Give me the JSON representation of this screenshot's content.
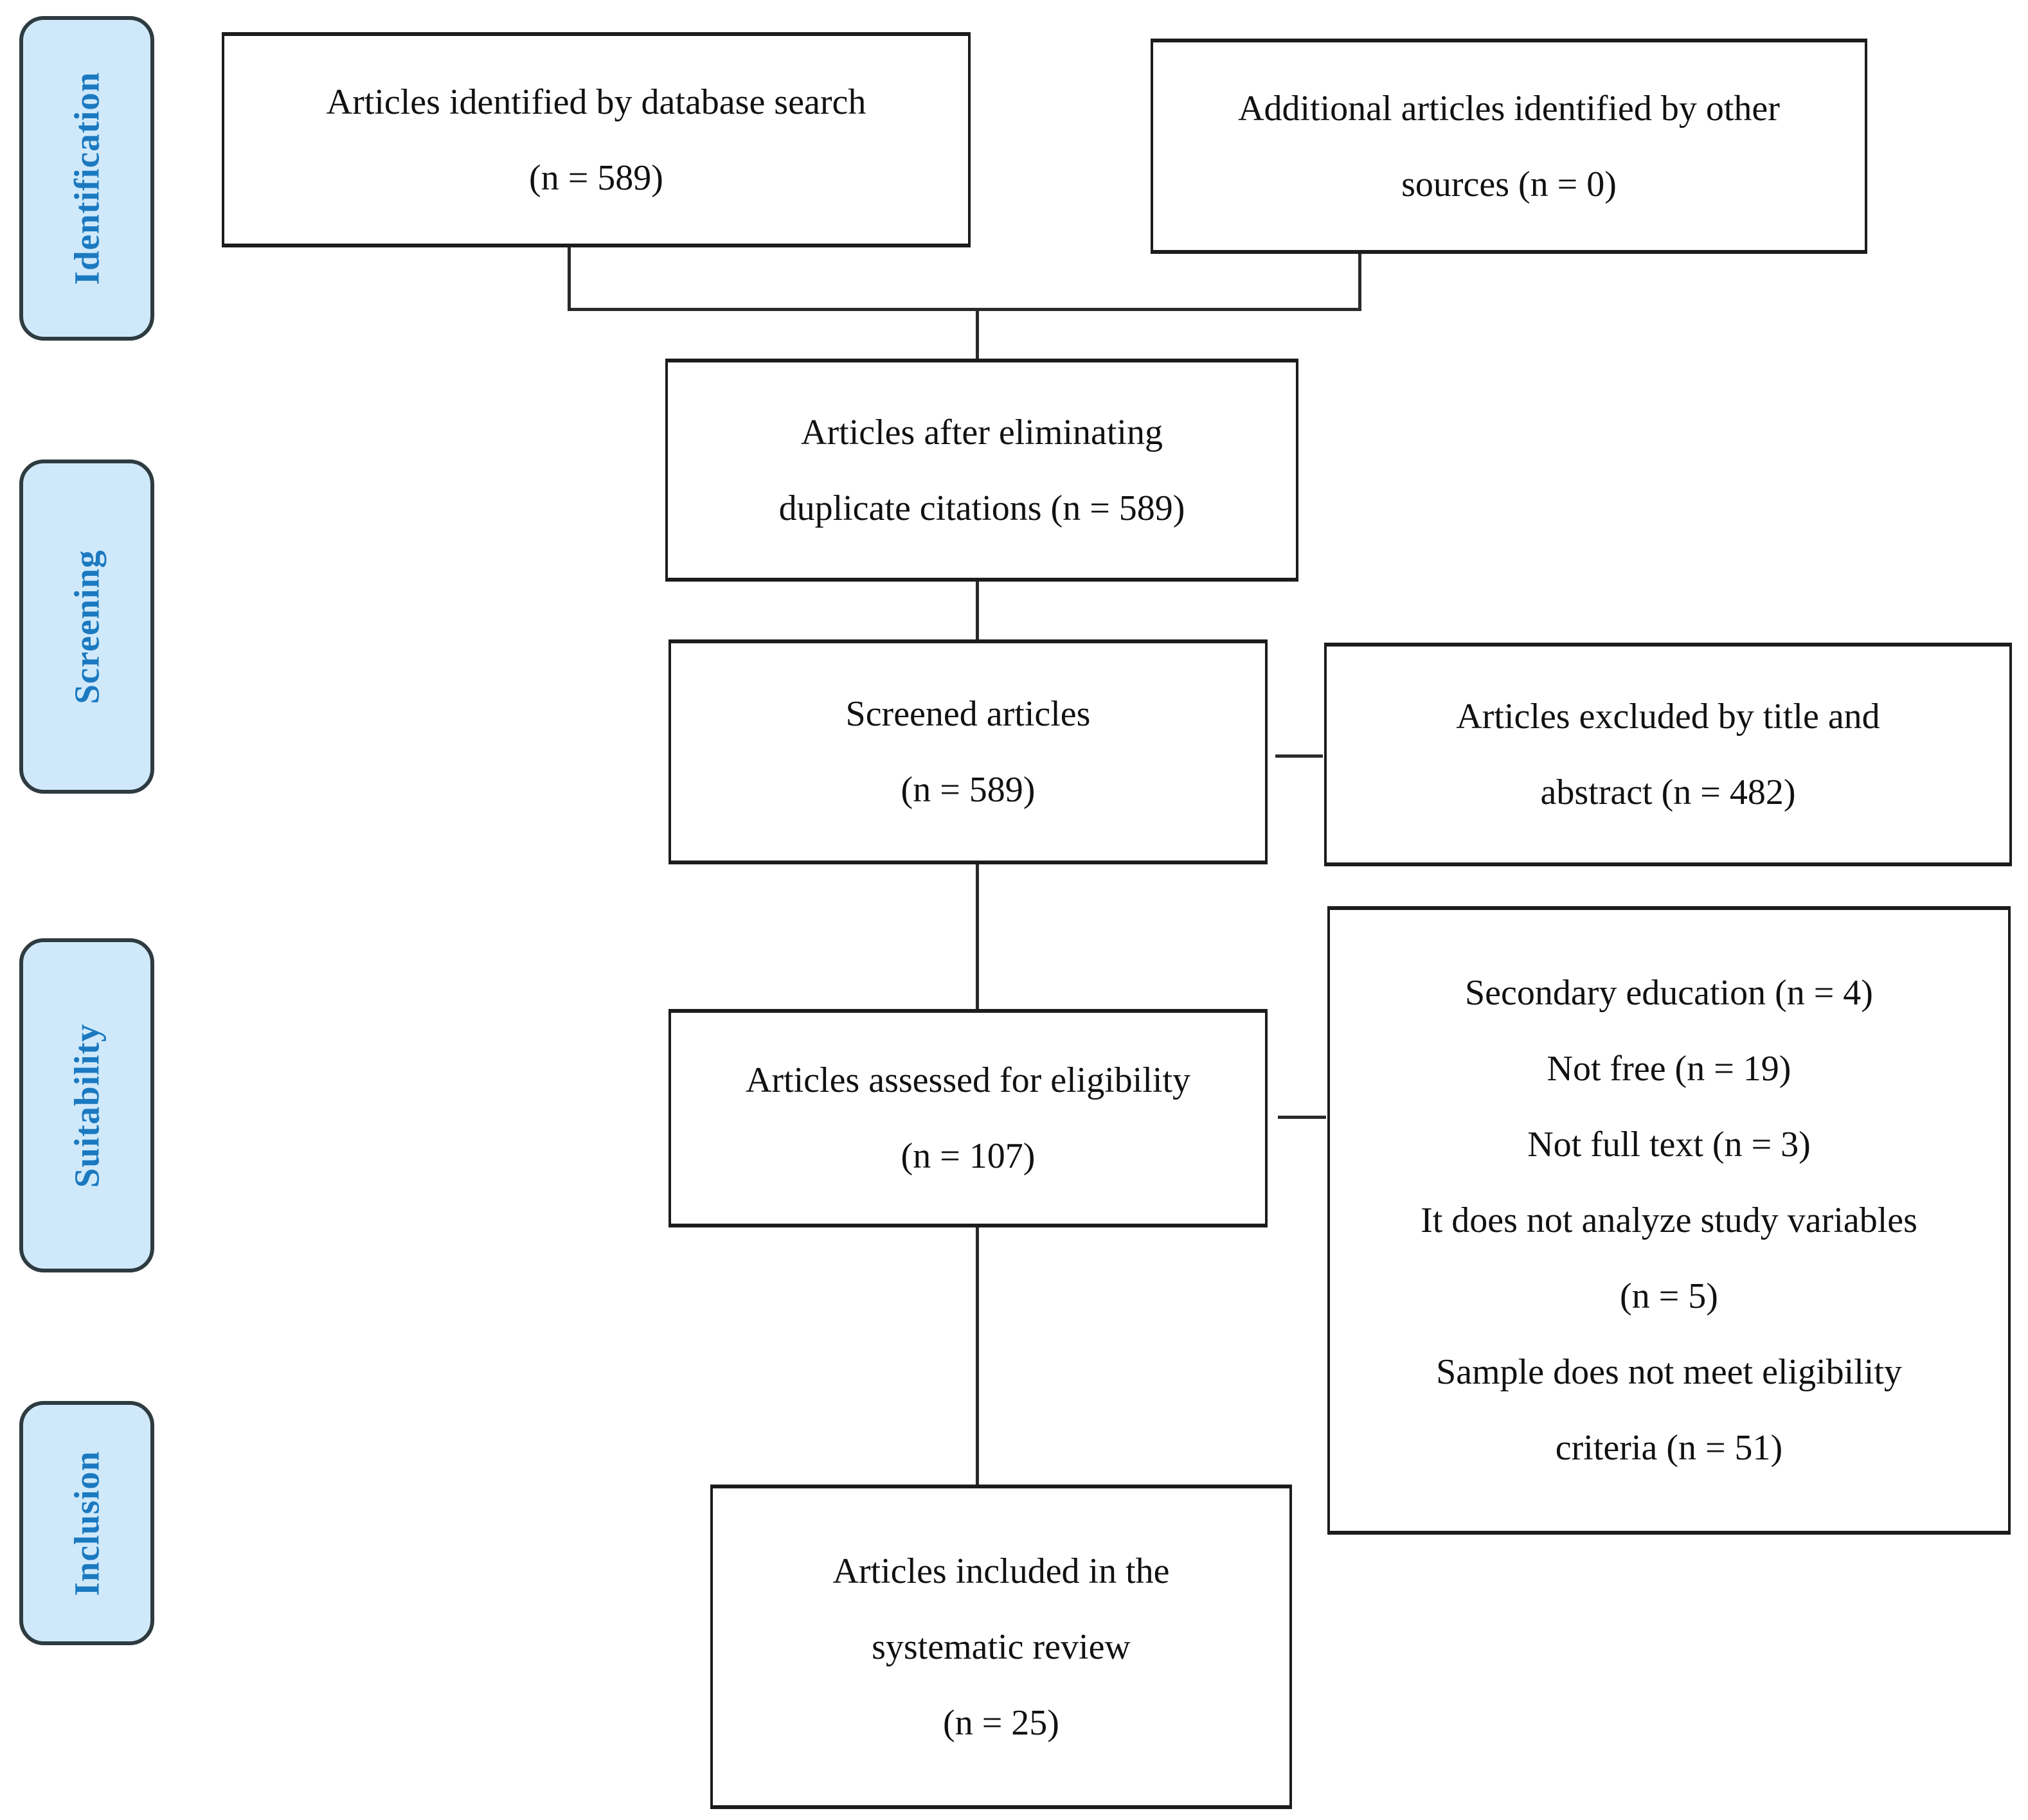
{
  "diagram": {
    "stages": [
      {
        "id": "identification",
        "label": "Identification"
      },
      {
        "id": "screening",
        "label": "Screening"
      },
      {
        "id": "suitability",
        "label": "Suitability"
      },
      {
        "id": "inclusion",
        "label": "Inclusion"
      }
    ],
    "boxes": {
      "identified": {
        "lines": [
          "Articles identified by database search",
          "(n = 589)"
        ],
        "n": 589
      },
      "additional": {
        "lines": [
          "Additional articles identified by other",
          "sources (n = 0)"
        ],
        "n": 0
      },
      "deduplicated": {
        "lines": [
          "Articles after eliminating",
          "duplicate citations (n = 589)"
        ],
        "n": 589
      },
      "screened": {
        "lines": [
          "Screened articles",
          "(n = 589)"
        ],
        "n": 589
      },
      "excluded_title_abstract": {
        "lines": [
          "Articles excluded by title and",
          "abstract (n = 482)"
        ],
        "n": 482
      },
      "assessed": {
        "lines": [
          "Articles assessed for eligibility",
          "(n = 107)"
        ],
        "n": 107
      },
      "exclusion_reasons": {
        "lines": [
          "Secondary education (n = 4)",
          "Not free (n = 19)",
          "Not full text (n = 3)",
          "It does not analyze study variables",
          "(n = 5)",
          "Sample does not meet eligibility",
          "criteria (n = 51)"
        ],
        "reasons": [
          {
            "label": "Secondary education",
            "n": 4
          },
          {
            "label": "Not free",
            "n": 19
          },
          {
            "label": "Not full text",
            "n": 3
          },
          {
            "label": "It does not analyze study variables",
            "n": 5
          },
          {
            "label": "Sample does not meet eligibility criteria",
            "n": 51
          }
        ]
      },
      "included": {
        "lines": [
          "Articles included in the",
          "systematic review",
          "(n = 25)"
        ],
        "n": 25
      }
    },
    "colors": {
      "stage_fill": "#cfe9fb",
      "stage_border": "#2e3b40",
      "stage_text": "#1b79c0",
      "box_border": "#1c1c1c",
      "connector": "#2a2a2a",
      "background": "#ffffff"
    }
  }
}
